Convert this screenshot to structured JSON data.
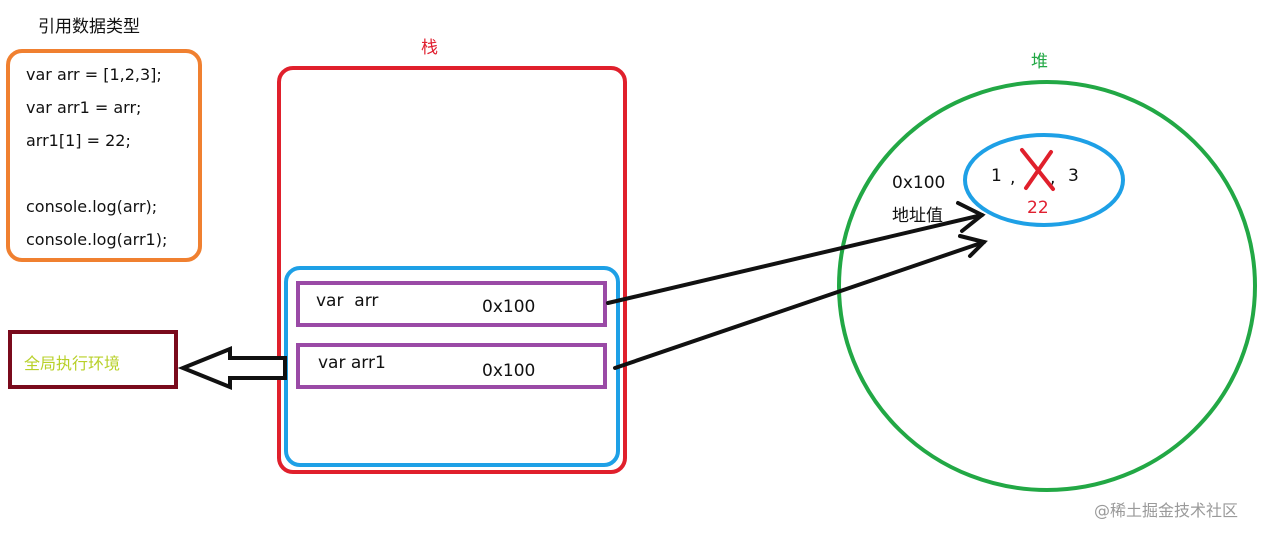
{
  "title": "引用数据类型",
  "code_lines": [
    "var arr = [1,2,3];",
    "var arr1 = arr;",
    "arr1[1] = 22;",
    "",
    "console.log(arr);",
    "console.log(arr1);"
  ],
  "stack": {
    "label": "栈",
    "rows": [
      {
        "name": "var  arr",
        "value": "0x100"
      },
      {
        "name": "var arr1",
        "value": "0x100"
      }
    ]
  },
  "global_context": "全局执行环境",
  "heap": {
    "label": "堆",
    "address": "0x100",
    "address_caption": "地址值",
    "array_parts": [
      "1",
      ",",
      ",",
      "3"
    ],
    "replaced_value": "22"
  },
  "watermark": "@稀土掘金技术社区",
  "colors": {
    "code_border": "#f08030",
    "stack": "#e0202c",
    "context": "#1ea0e6",
    "variable": "#9a4aa6",
    "global": "#7a0a1c",
    "global_text": "#b8d028",
    "heap": "#22a845"
  }
}
